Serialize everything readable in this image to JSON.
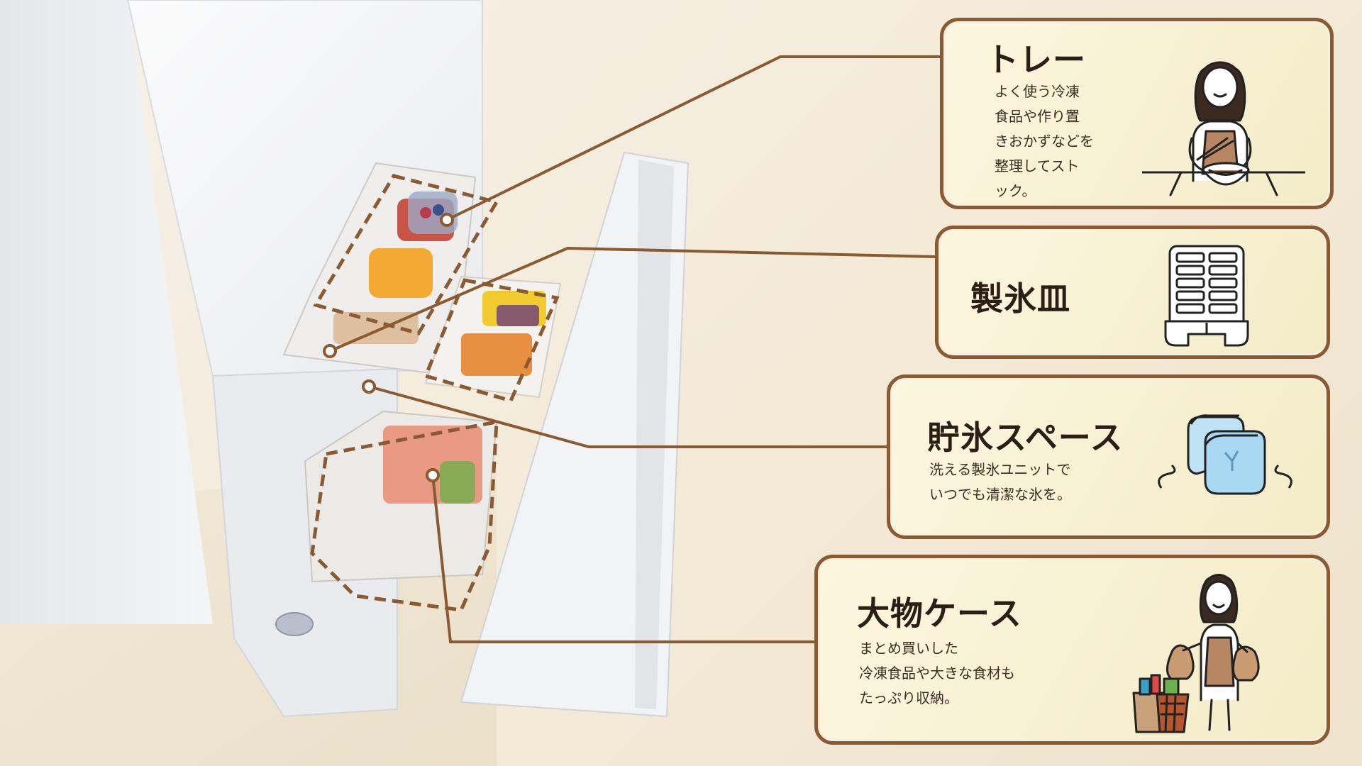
{
  "palette": {
    "accent_brown": "#8a5a32",
    "callout_bg": "#f7f2d6",
    "background": "#f3ead8"
  },
  "callouts": [
    {
      "title": "トレー",
      "description": "よく使う冷凍\n食品や作り置\nきおかずなどを\n整理してスト\nック。",
      "icon": "woman-cooking-illustration"
    },
    {
      "title": "製氷皿",
      "description": "",
      "icon": "ice-tray-icon"
    },
    {
      "title": "貯氷スペース",
      "description": "洗える製氷ユニットで\nいつでも清潔な氷を。",
      "icon": "ice-cubes-icon"
    },
    {
      "title": "大物ケース",
      "description": "まとめ買いした\n冷凍食品や大きな食材も\nたっぷり収納。",
      "icon": "woman-shopping-illustration"
    }
  ]
}
